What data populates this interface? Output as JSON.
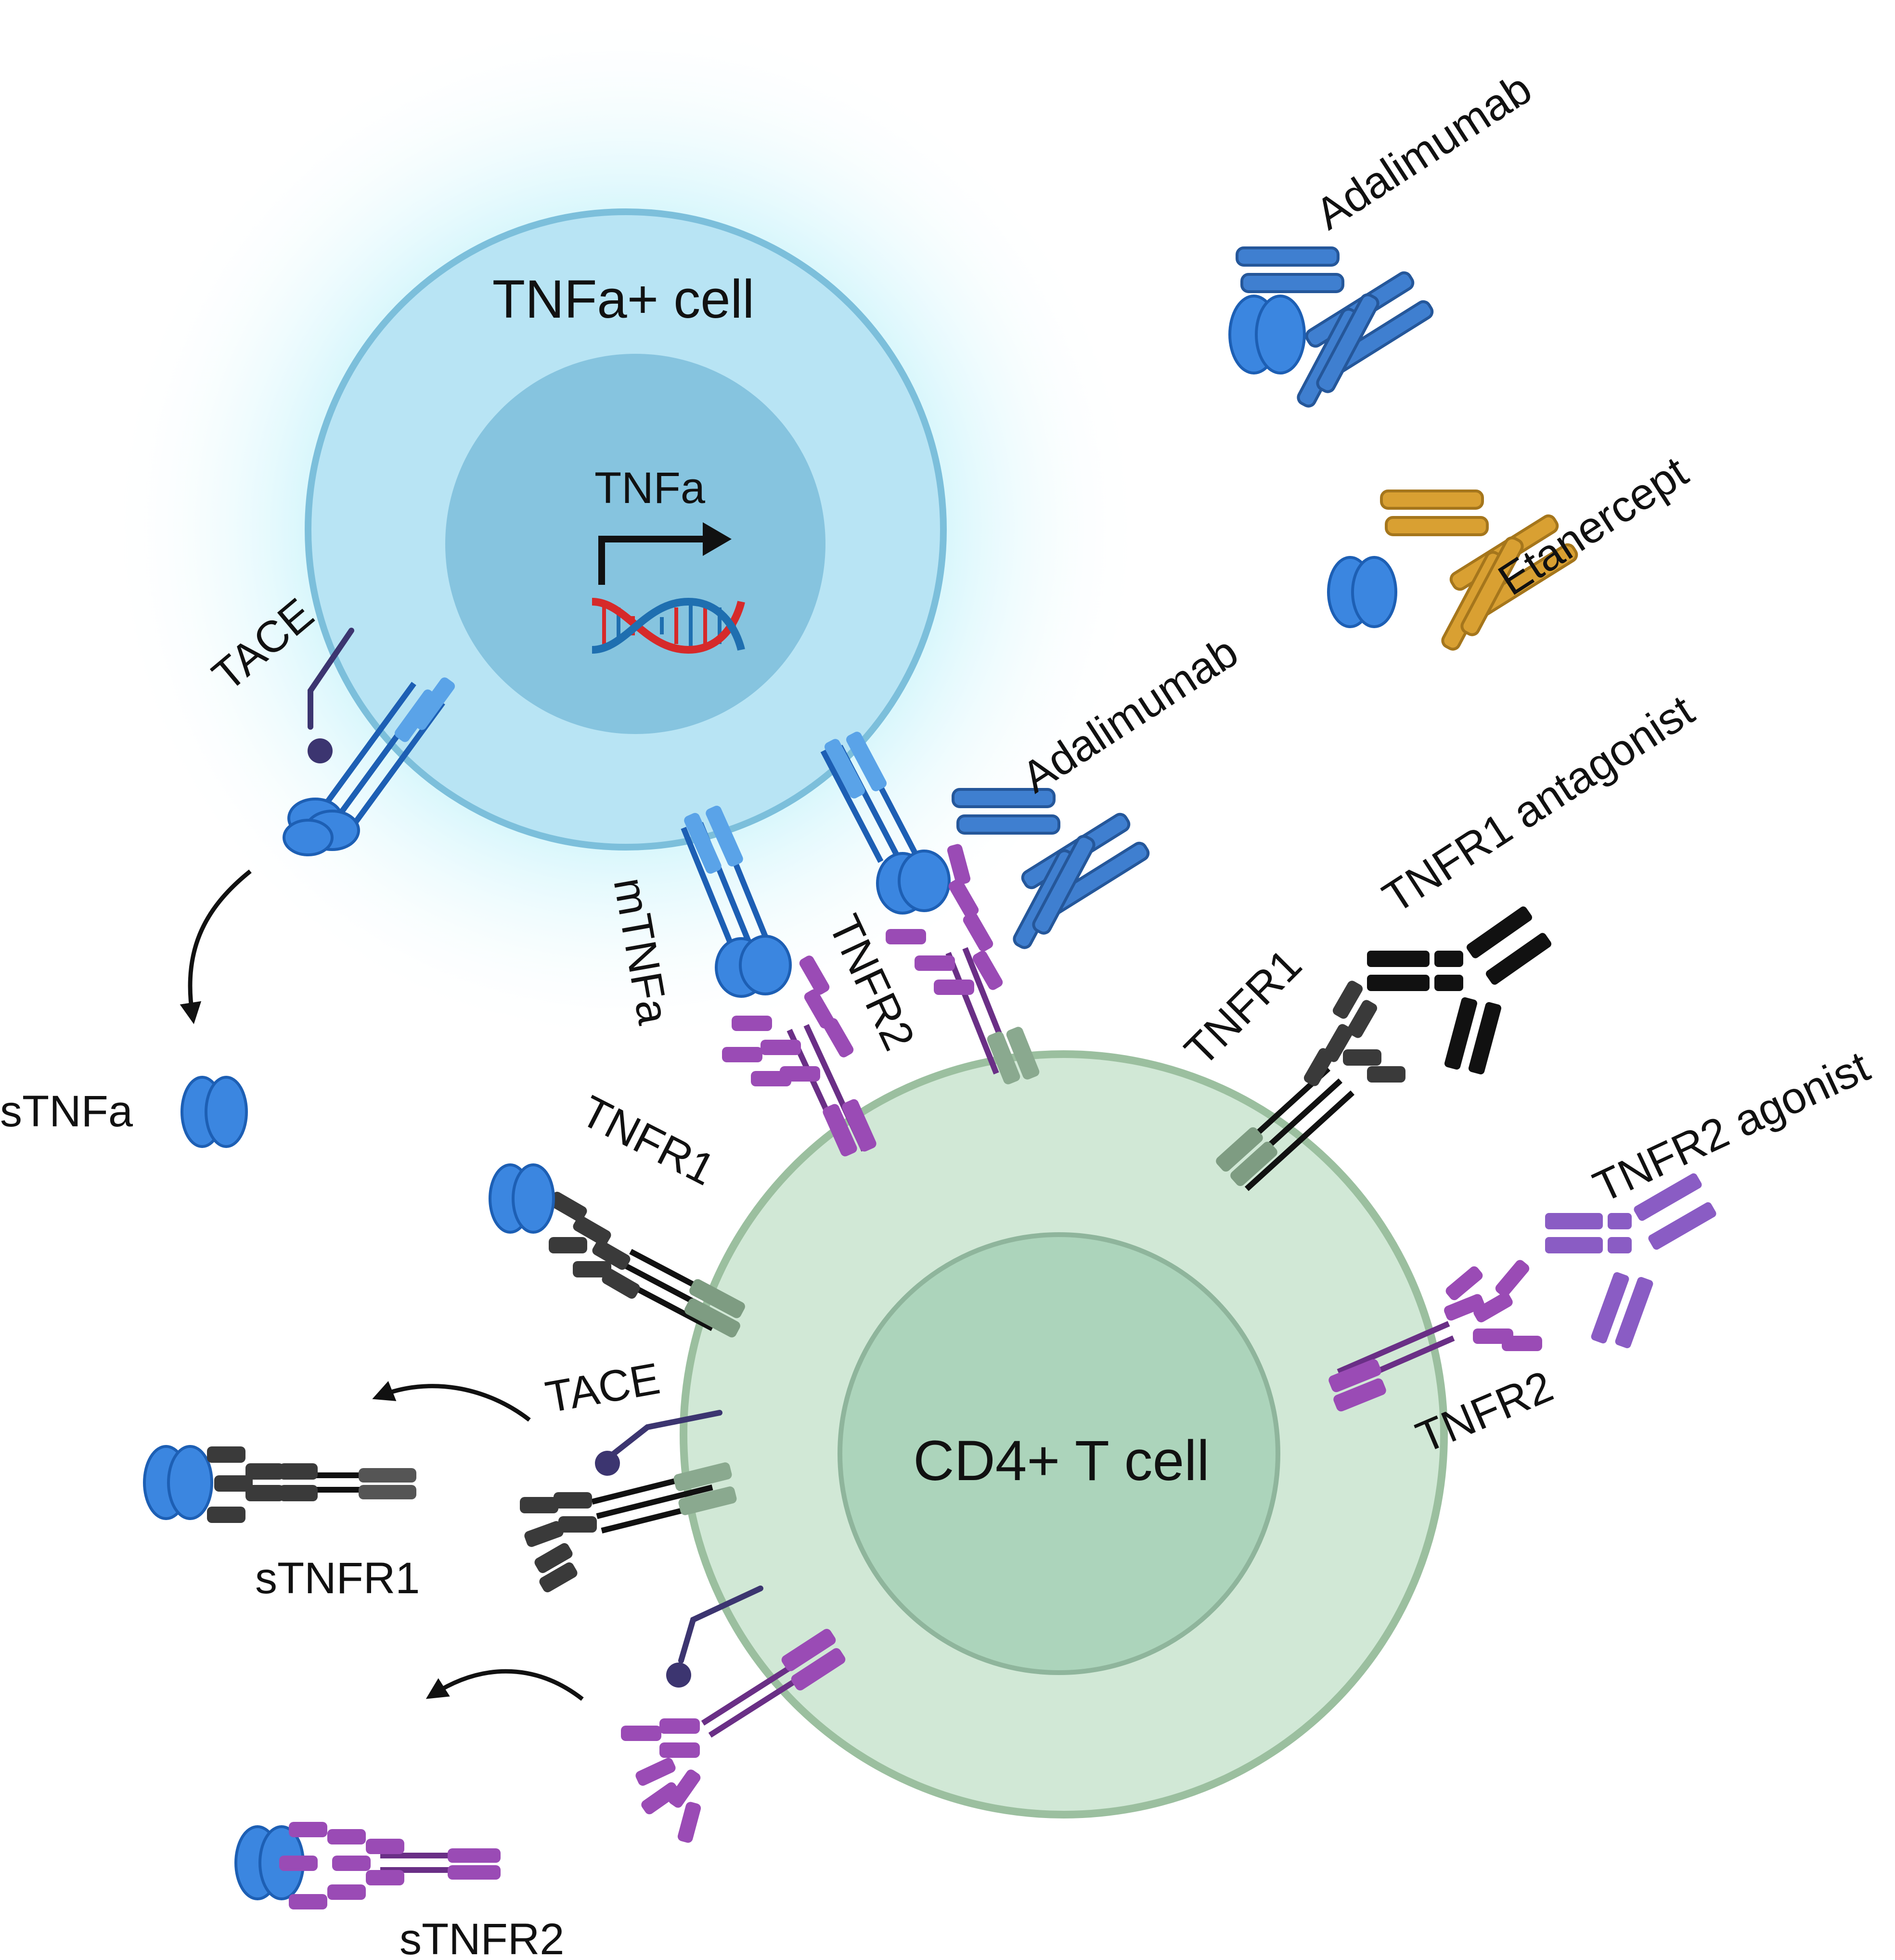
{
  "labels": {
    "tnfa_cell": "TNFa+ cell",
    "tnfa_gene": "TNFa",
    "cd4_cell": "CD4+ T cell",
    "tace_top": "TACE",
    "tace_mid": "TACE",
    "mtnfa": "mTNFa",
    "tnfr2_top": "TNFR2",
    "tnfr1_left": "TNFR1",
    "tnfr1_right": "TNFR1",
    "tnfr2_right": "TNFR2",
    "stnfa": "sTNFa",
    "stnfr1": "sTNFR1",
    "stnfr2": "sTNFR2",
    "adalimumab_top": "Adalimumab",
    "adalimumab_mid": "Adalimumab",
    "etanercept": "Etanercept",
    "tnfr1_antagonist": "TNFR1 antagonist",
    "tnfr2_agonist": "TNFR2 agonist"
  },
  "colors": {
    "tnfa_cell_fill": "#b8e4f4",
    "tnfa_cell_stroke": "#7cbfdb",
    "tnfa_nucleus": "#86c4df",
    "glow": "#c8f3fb",
    "cd4_cell_fill": "#d1e8d6",
    "cd4_cell_stroke": "#9bbf9f",
    "cd4_nucleus": "#acd4bb",
    "tnf_blue": "#3b86e0",
    "tnf_blue_dark": "#1d5fb4",
    "antibody_blue": "#3f7fd0",
    "etanercept_gold": "#d9a032",
    "tnfr1_dark": "#3a3a3a",
    "tnfr2_purple": "#9a4bb5",
    "agonist_purple": "#8a5cc4",
    "tace": "#3c3570",
    "dna_red": "#d62a2a",
    "dna_blue": "#1f6fb0",
    "arrow": "#111111"
  }
}
